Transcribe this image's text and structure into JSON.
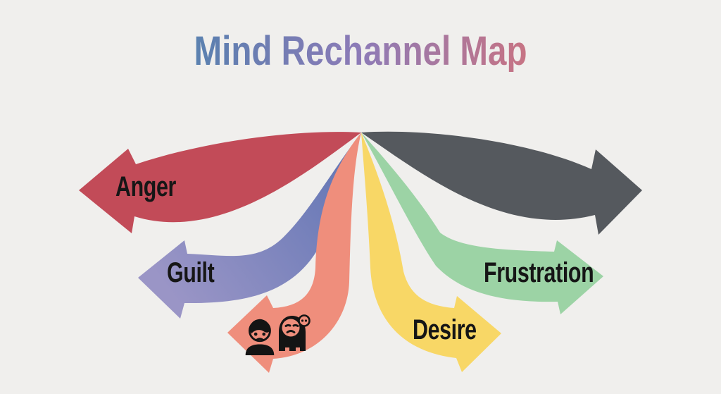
{
  "title": {
    "text": "Mind Rechannel Map",
    "gradient": [
      "#4496ac",
      "#5e7fb0",
      "#8d7bb7",
      "#c17489",
      "#ee7561"
    ]
  },
  "canvas": {
    "background": "#f0efed",
    "label_color": "#161616",
    "icon_line_color": "#141414"
  },
  "arrows": {
    "anger": {
      "label": "Anger",
      "color": "#c24b58",
      "direction": "left"
    },
    "guilt": {
      "label": "Guilt",
      "color_start": "#5d73b3",
      "color_end": "#9a95c6",
      "direction": "down-left-hook"
    },
    "orange": {
      "label": "",
      "color": "#ef8e7c",
      "direction": "down-left-hook",
      "icons": [
        "worried-person-icon",
        "sad-blob-thought-bubble-icon"
      ]
    },
    "desire": {
      "label": "Desire",
      "color": "#f8d766",
      "direction": "down-right-hook"
    },
    "frustration": {
      "label": "Frustration",
      "color": "#9cd3a5",
      "direction": "right-hook"
    },
    "gray": {
      "label": "",
      "color": "#55595e",
      "direction": "right"
    }
  }
}
